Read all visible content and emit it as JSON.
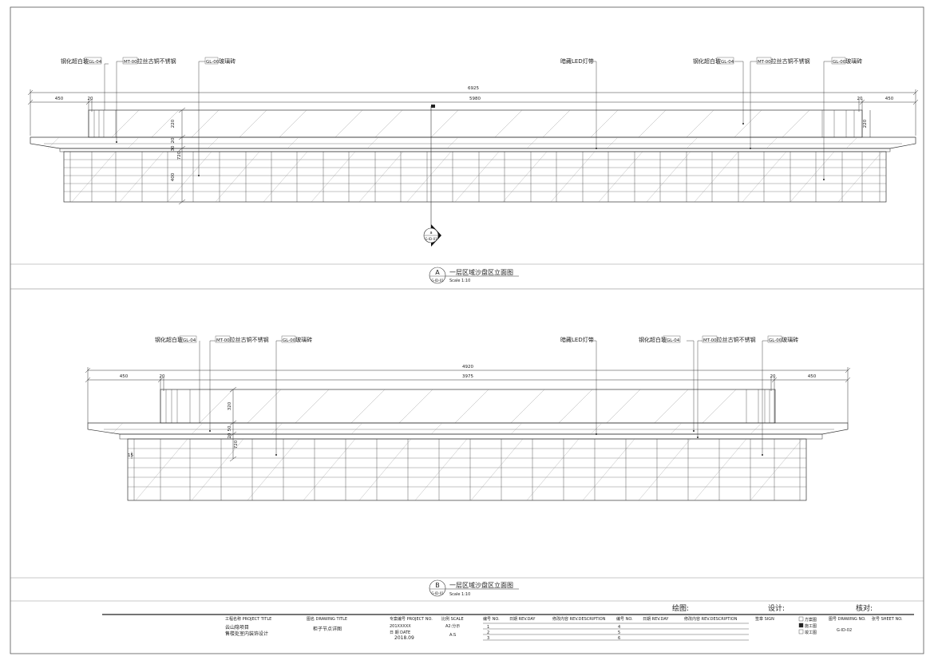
{
  "elevation_a": {
    "title": "一层区域沙盘区立面图",
    "scale": "Scale 1:10",
    "bubble_letter": "A",
    "bubble_code": "G-ID-01",
    "section_marker_letter": "a",
    "section_marker_code": "G-ID-01",
    "dims": {
      "overall": "6925",
      "left": "450",
      "left_small": "20",
      "middle": "5980",
      "right_small": "20",
      "right": "450",
      "v_top": "220",
      "v_mid1": "20",
      "v_mid2": "720",
      "v_mid3": "30",
      "v_low": "400",
      "v_right": "220"
    },
    "callouts": [
      {
        "text": "钢化超白玻",
        "code": "GL-04"
      },
      {
        "text": "拉丝古铜不锈钢",
        "code": "MT-00"
      },
      {
        "text": "玻璃砖",
        "code": "GL-00"
      },
      {
        "text": "暗藏LED灯带",
        "code": ""
      },
      {
        "text": "钢化超白玻",
        "code": "GL-04"
      },
      {
        "text": "拉丝古铜不锈钢",
        "code": "MT-00"
      },
      {
        "text": "玻璃砖",
        "code": "GL-00"
      }
    ]
  },
  "elevation_b": {
    "title": "一层区域沙盘区立面图",
    "scale": "Scale 1:10",
    "bubble_letter": "B",
    "bubble_code": "G-ID-01",
    "dims": {
      "overall": "4920",
      "left": "450",
      "left_small": "20",
      "middle": "3975",
      "right_small": "20",
      "right": "450",
      "v_top": "320",
      "v_mid1": "50",
      "v_mid2": "720",
      "v_low": "20",
      "v_side": "15"
    },
    "callouts": [
      {
        "text": "钢化超白玻",
        "code": "GL-04"
      },
      {
        "text": "拉丝古铜不锈钢",
        "code": "MT-00"
      },
      {
        "text": "玻璃砖",
        "code": "GL-00"
      },
      {
        "text": "暗藏LED灯带",
        "code": ""
      },
      {
        "text": "钢化超白玻",
        "code": "GL-04"
      },
      {
        "text": "拉丝古铜不锈钢",
        "code": "MT-00"
      },
      {
        "text": "玻璃砖",
        "code": "GL-00"
      }
    ]
  },
  "signatures": {
    "draw": "绘图:",
    "design": "设计:",
    "check": "核对:"
  },
  "title_block": {
    "project_title_label": "工程名称 PROJECT TITLE",
    "project_title_line1": "云山隐项目",
    "project_title_line2": "售楼处室内装饰设计",
    "drawing_title_label": "图名 DRAWING TITLE",
    "drawing_title": "柜子节点详图",
    "project_no_label": "专案编号 PROJECT NO.",
    "project_no": "201XXXXX",
    "date_label": "日 期 DATE",
    "date": "2018.09",
    "scale_label": "比例 SCALE",
    "scale_value1": "A2:分示",
    "scale_value2": "A:S",
    "rev_no_label": "编号 NO.",
    "rev_date_label": "日期 REV.DAY",
    "rev_desc_label": "修改内容 REV.DESCRIPTION",
    "rev_rows_left": [
      "1",
      "2",
      "3"
    ],
    "rev_rows_right": [
      "4",
      "5",
      "6"
    ],
    "sign_label": "签章 SIGN",
    "status": [
      {
        "label": "方案图",
        "checked": false
      },
      {
        "label": "施工图",
        "checked": true
      },
      {
        "label": "竣工图",
        "checked": false
      }
    ],
    "drawing_no_label": "图号 DRAWING NO.",
    "sheet_no_label": "张号 SHEET NO.",
    "drawing_no": "G-ID-02"
  }
}
